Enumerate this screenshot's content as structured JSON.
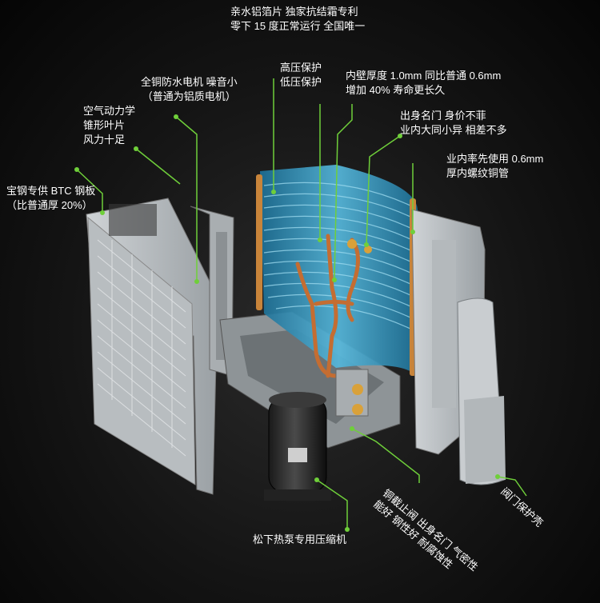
{
  "labels": {
    "fins": [
      "亲水铝箔片  独家抗结霜专利",
      "零下 15 度正常运行  全国唯一"
    ],
    "motor": [
      "全铜防水电机   噪音小",
      "（普通为铝质电机）"
    ],
    "blades": [
      "空气动力学",
      "锥形叶片",
      "风力十足"
    ],
    "steel": [
      "宝钢专供 BTC 钢板",
      "（比普通厚 20%）"
    ],
    "pressure": [
      "高压保护",
      "低压保护"
    ],
    "wall": [
      "内壁厚度 1.0mm   同比普通 0.6mm",
      "增加 40% 寿命更长久"
    ],
    "brand": [
      "出身名门   身价不菲",
      "业内大同小异   相差不多"
    ],
    "tube": [
      "业内率先使用 0.6mm",
      "厚内螺纹铜管"
    ],
    "valve": [
      "铜截止阀   出身名门   气密性",
      "能好   钢性好   耐腐蚀性"
    ],
    "valve_guard": [
      "阀门保护壳"
    ],
    "compressor": [
      "松下热泵专用压缩机"
    ]
  },
  "colors": {
    "leader": "#6fcf3a",
    "text": "#ffffff",
    "coil": "#3aa0c8"
  }
}
